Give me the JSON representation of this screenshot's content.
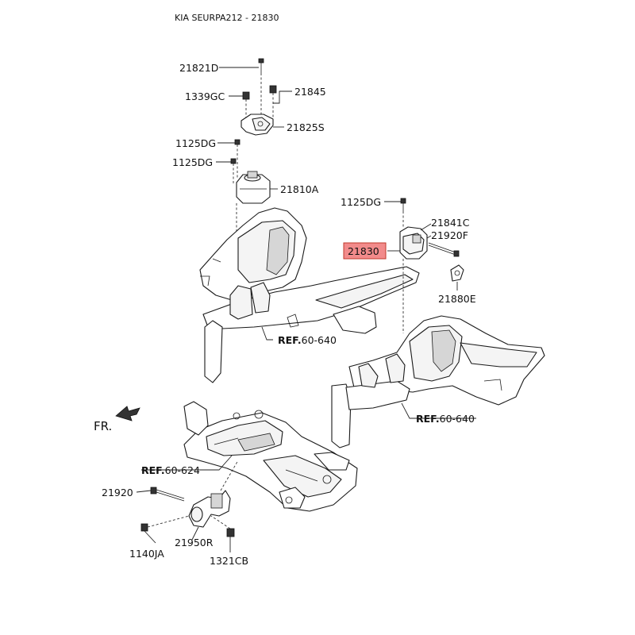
{
  "title": "KIA SEURPA212 - 21830",
  "highlight_color": "#f28b8b",
  "direction_indicator": {
    "label": "FR.",
    "icon": "arrow-forward-left-icon"
  },
  "labels": {
    "p21821D": "21821D",
    "p1339GC": "1339GC",
    "p21845": "21845",
    "p21825S": "21825S",
    "p1125DG_a": "1125DG",
    "p1125DG_b": "1125DG",
    "p21810A": "21810A",
    "p1125DG_c": "1125DG",
    "p21841C": "21841C",
    "p21920F": "21920F",
    "p21830": "21830",
    "p21880E": "21880E",
    "p21920": "21920",
    "p1140JA": "1140JA",
    "p21950R": "21950R",
    "p1321CB": "1321CB"
  },
  "refs": {
    "ref_1": {
      "prefix": "REF.",
      "value": "60-640"
    },
    "ref_2": {
      "prefix": "REF.",
      "value": "60-640"
    },
    "ref_3": {
      "prefix": "REF.",
      "value": "60-624"
    }
  }
}
